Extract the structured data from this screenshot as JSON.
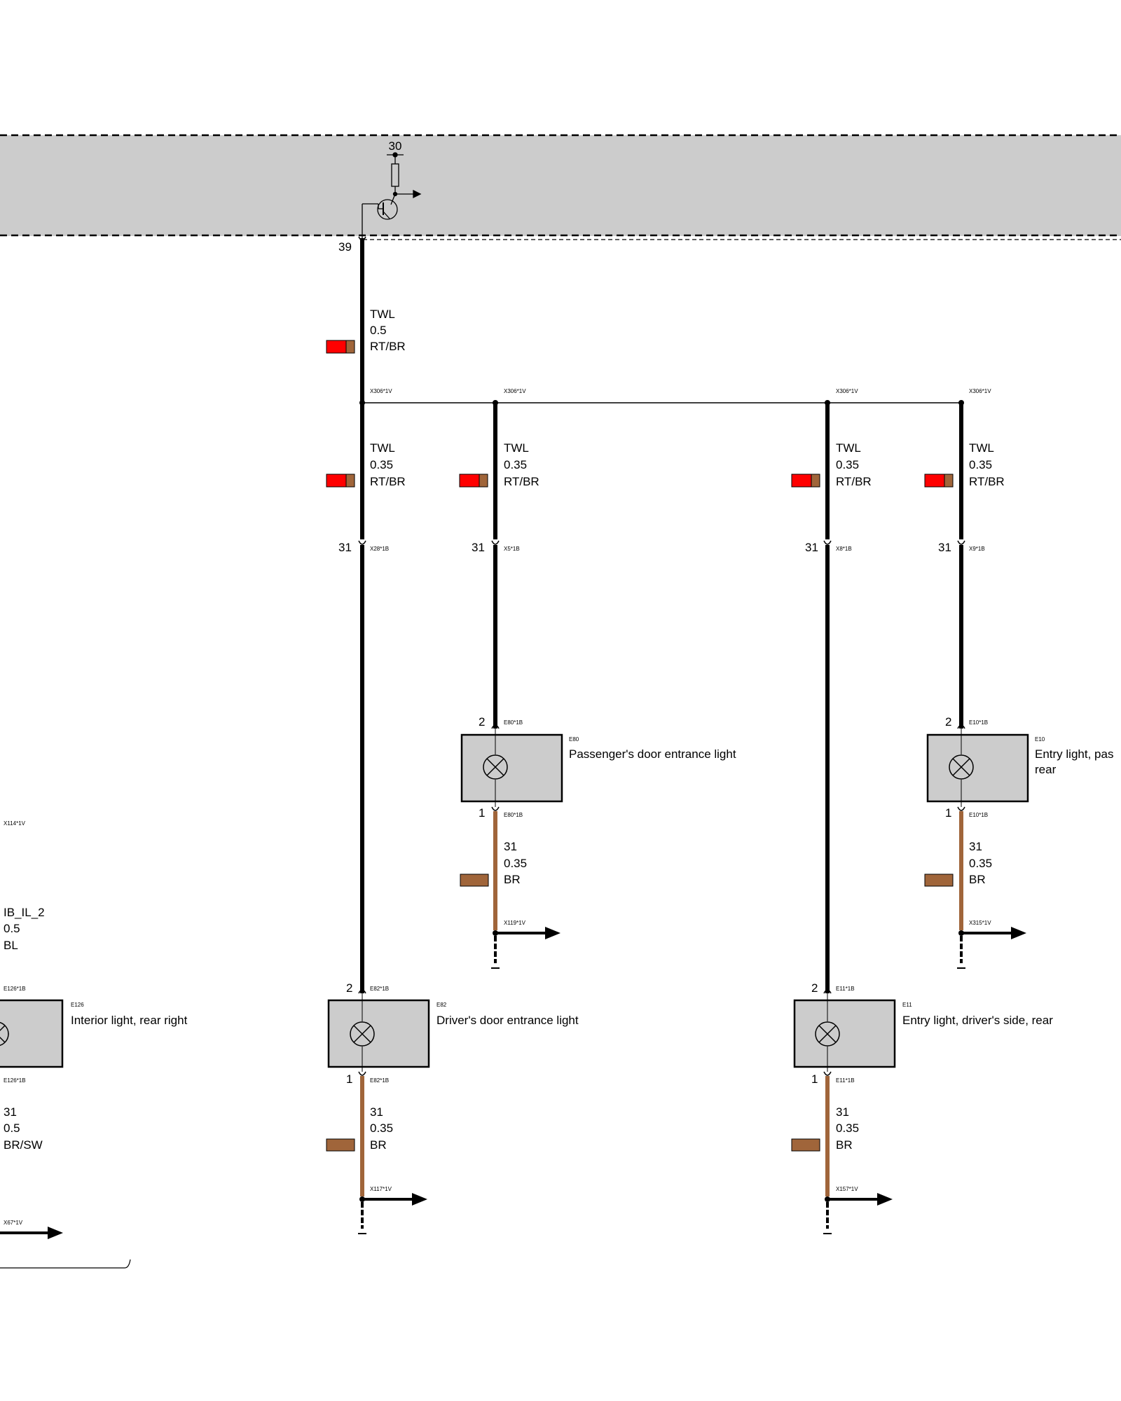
{
  "control_unit": {
    "supply": "30",
    "output_pin": "39"
  },
  "feed_wire": {
    "signal": "TWL",
    "size": "0.5",
    "color": "RT/BR"
  },
  "splice": "X306*1V",
  "branches": {
    "b1": {
      "signal": "TWL",
      "size": "0.35",
      "color": "RT/BR",
      "pin": "31",
      "connector": "X28*1B"
    },
    "b2": {
      "signal": "TWL",
      "size": "0.35",
      "color": "RT/BR",
      "pin": "31",
      "connector": "X5*1B"
    },
    "b3": {
      "signal": "TWL",
      "size": "0.35",
      "color": "RT/BR",
      "pin": "31",
      "connector": "X8*1B"
    },
    "b4": {
      "signal": "TWL",
      "size": "0.35",
      "color": "RT/BR",
      "pin": "31",
      "connector": "X9*1B"
    }
  },
  "lights": {
    "e80": {
      "id": "E80",
      "name": "Passenger's door entrance light",
      "pin_in": "2",
      "conn_in": "E80*1B",
      "pin_out": "1",
      "conn_out": "E80*1B",
      "gnd_signal": "31",
      "gnd_size": "0.35",
      "gnd_color": "BR",
      "ground": "X119*1V"
    },
    "e10": {
      "id": "E10",
      "name_line1": "Entry light, pas",
      "name_line2": "rear",
      "pin_in": "2",
      "conn_in": "E10*1B",
      "pin_out": "1",
      "conn_out": "E10*1B",
      "gnd_signal": "31",
      "gnd_size": "0.35",
      "gnd_color": "BR",
      "ground": "X315*1V"
    },
    "e82": {
      "id": "E82",
      "name": "Driver's door entrance light",
      "pin_in": "2",
      "conn_in": "E82*1B",
      "pin_out": "1",
      "conn_out": "E82*1B",
      "gnd_signal": "31",
      "gnd_size": "0.35",
      "gnd_color": "BR",
      "ground": "X117*1V"
    },
    "e11": {
      "id": "E11",
      "name": "Entry light, driver's side, rear",
      "pin_in": "2",
      "conn_in": "E11*1B",
      "pin_out": "1",
      "conn_out": "E11*1B",
      "gnd_signal": "31",
      "gnd_size": "0.35",
      "gnd_color": "BR",
      "ground": "X157*1V"
    },
    "e126": {
      "id": "E126",
      "name": "Interior light, rear right",
      "conn_in": "E126*1B",
      "conn_out": "E126*1B",
      "gnd_signal": "31",
      "gnd_size": "0.5",
      "gnd_color": "BR/SW",
      "ground": "X67*1V"
    }
  },
  "left_wire": {
    "connector": "X114*1V",
    "signal": "IB_IL_2",
    "size": "0.5",
    "color": "BL"
  },
  "colors": {
    "red": "#ff0000",
    "brown": "#a0653a",
    "module_fill": "#cccccc",
    "wire": "#000000"
  }
}
